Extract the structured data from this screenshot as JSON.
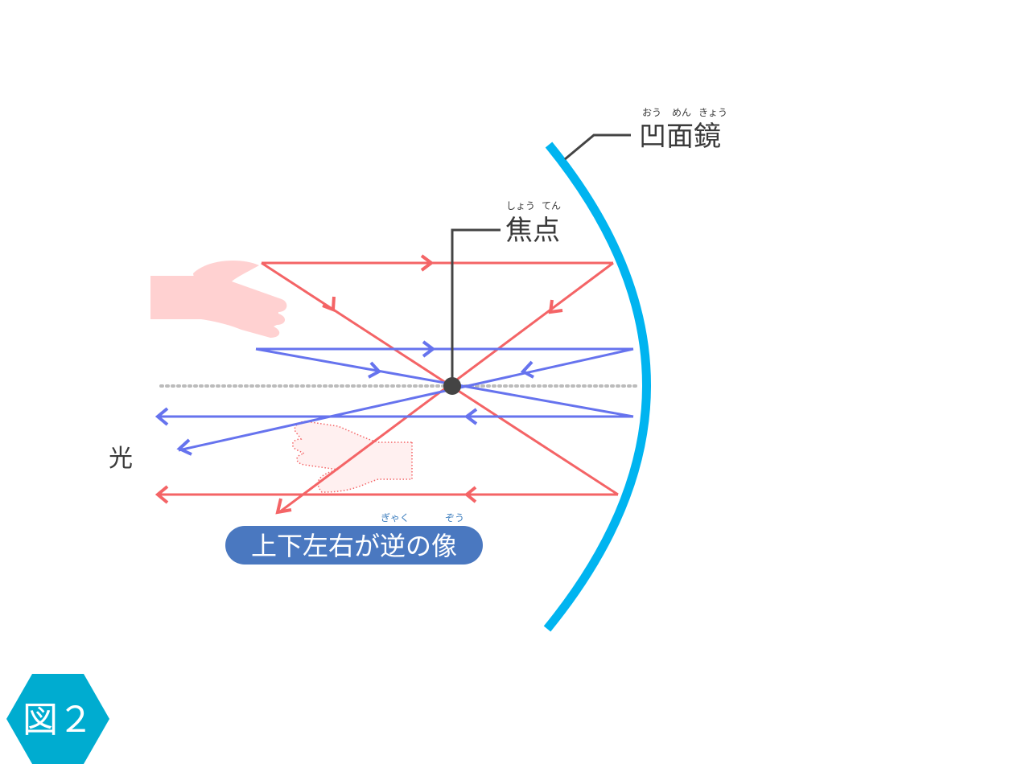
{
  "labels": {
    "mirror": "凹面鏡",
    "mirror_ruby": [
      "おう",
      "めん",
      "きょう"
    ],
    "focus": "焦点",
    "focus_ruby": [
      "しょう",
      "てん"
    ],
    "light": "光",
    "image": "上下左右が逆の像",
    "image_ruby": [
      "ぎゃく",
      "ぞう"
    ],
    "figure": "図２"
  },
  "colors": {
    "mirror": "#00b4f0",
    "red_ray": "#f46466",
    "blue_ray": "#6673ee",
    "focus_dot": "#444444",
    "axis": "#bbbbbb",
    "hand": "#ffd1d1",
    "badge": "#4a78c0",
    "figure_badge": "#00acd0"
  },
  "icons": {
    "object": "hand-icon",
    "image": "inverted-hand-icon"
  }
}
